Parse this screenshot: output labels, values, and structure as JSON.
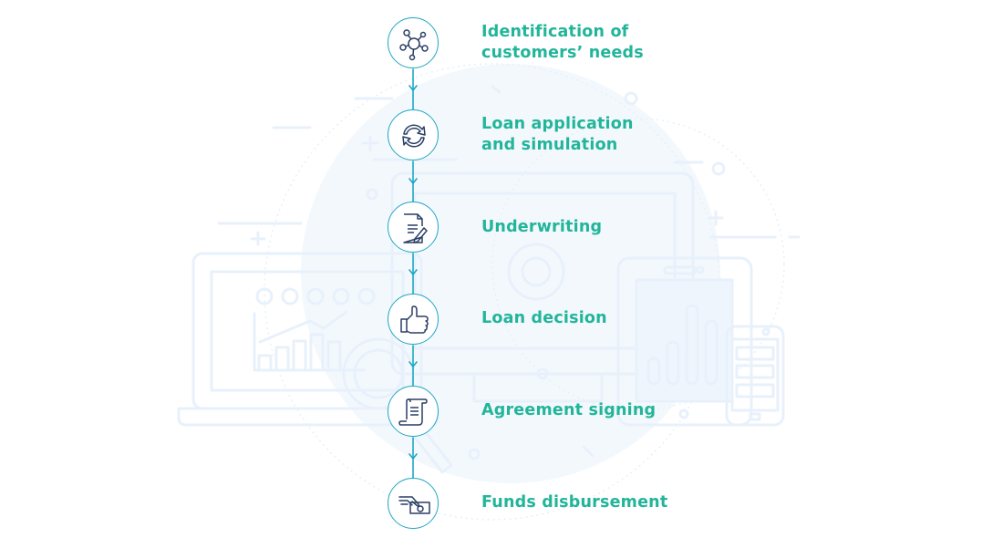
{
  "title": "Loan origination process",
  "colors": {
    "accent": "#22b59a",
    "connector": "#1ea7c4",
    "icon": "#2a3f66",
    "background_art": "#eef5fc"
  },
  "steps": [
    {
      "label": "Identification of\ncustomers’ needs",
      "icon": "network-icon"
    },
    {
      "label": "Loan application\nand simulation",
      "icon": "refresh-icon"
    },
    {
      "label": "Underwriting",
      "icon": "document-pen-icon"
    },
    {
      "label": "Loan decision",
      "icon": "thumbs-up-icon"
    },
    {
      "label": "Agreement signing",
      "icon": "scroll-icon"
    },
    {
      "label": "Funds disbursement",
      "icon": "hand-money-icon"
    }
  ]
}
